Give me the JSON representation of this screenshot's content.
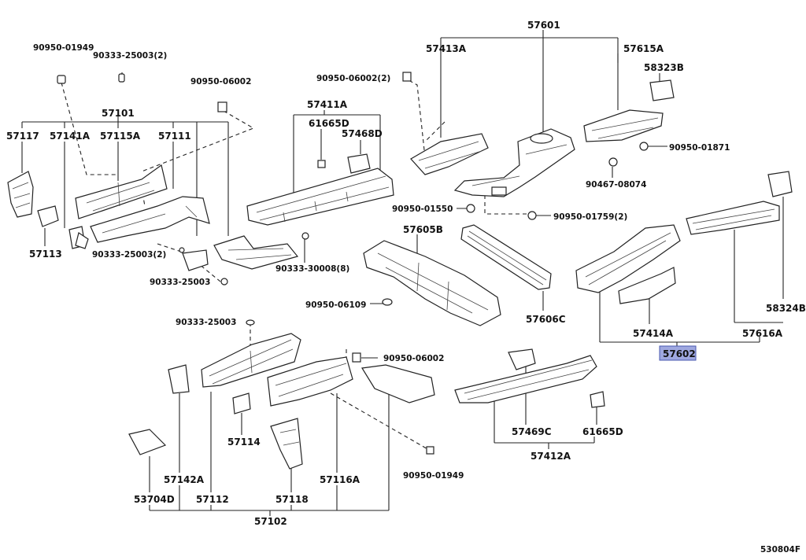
{
  "diagram": {
    "code": "530804F",
    "highlight_color": "#9fa8e0",
    "labels": {
      "p90950_01949_a": "90950-01949",
      "p90333_25003_2a": "90333-25003(2)",
      "p90950_06002_a": "90950-06002",
      "p57101": "57101",
      "p57117": "57117",
      "p57141A": "57141A",
      "p57115A": "57115A",
      "p57111": "57111",
      "p57113": "57113",
      "p90333_25003_2b": "90333-25003(2)",
      "p90333_25003_a": "90333-25003",
      "p90950_06002_2": "90950-06002(2)",
      "p57411A": "57411A",
      "p61665D_a": "61665D",
      "p57468D": "57468D",
      "p90333_30008": "90333-30008(8)",
      "p57601": "57601",
      "p57413A": "57413A",
      "p57615A": "57615A",
      "p58323B": "58323B",
      "p90950_01871": "90950-01871",
      "p90467_08074": "90467-08074",
      "p90950_01550": "90950-01550",
      "p90950_01759": "90950-01759(2)",
      "p57605B": "57605B",
      "p90950_06109": "90950-06109",
      "p57606C": "57606C",
      "p58324B": "58324B",
      "p57414A": "57414A",
      "p57616A": "57616A",
      "p57602": "57602",
      "p90333_25003_b": "90333-25003",
      "p90950_06002_b": "90950-06002",
      "p57114": "57114",
      "p57142A": "57142A",
      "p53704D": "53704D",
      "p57112": "57112",
      "p57118": "57118",
      "p57116A": "57116A",
      "p57102": "57102",
      "p90950_01949_b": "90950-01949",
      "p57469C": "57469C",
      "p61665D_b": "61665D",
      "p57412A": "57412A"
    }
  }
}
